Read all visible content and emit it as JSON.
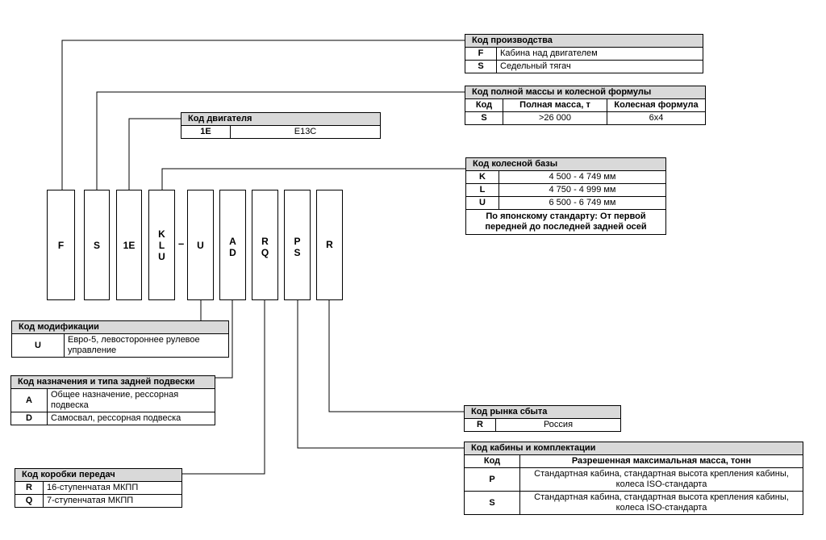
{
  "codes": {
    "box1": [
      "F"
    ],
    "box2": [
      "S"
    ],
    "box3": [
      "1E"
    ],
    "box4": [
      "K",
      "L",
      "U"
    ],
    "dash": "–",
    "box5": [
      "U"
    ],
    "box6": [
      "A",
      "D"
    ],
    "box7": [
      "R",
      "Q"
    ],
    "box8": [
      "P",
      "S"
    ],
    "box9": [
      "R"
    ]
  },
  "production": {
    "title": "Код производства",
    "rows": [
      {
        "code": "F",
        "desc": "Кабина над двигателем"
      },
      {
        "code": "S",
        "desc": "Седельный тягач"
      }
    ]
  },
  "mass": {
    "title": "Код полной массы и колесной формулы",
    "headers": [
      "Код",
      "Полная масса, т",
      "Колесная формула"
    ],
    "rows": [
      {
        "code": "S",
        "mass": ">26 000",
        "formula": "6x4"
      }
    ]
  },
  "engine": {
    "title": "Код двигателя",
    "rows": [
      {
        "code": "1E",
        "desc": "E13C"
      }
    ]
  },
  "wheelbase": {
    "title": "Код колесной базы",
    "rows": [
      {
        "code": "K",
        "desc": "4 500 - 4 749 мм"
      },
      {
        "code": "L",
        "desc": "4 750 - 4 999 мм"
      },
      {
        "code": "U",
        "desc": "6 500 - 6 749 мм"
      }
    ],
    "note": "По японскому стандарту: От первой передней до последней задней осей"
  },
  "modification": {
    "title": "Код модификации",
    "rows": [
      {
        "code": "U",
        "desc": "Евро-5, левостороннее рулевое управление"
      }
    ]
  },
  "purpose": {
    "title": "Код назначения и типа задней подвески",
    "rows": [
      {
        "code": "A",
        "desc": "Общее назначение, рессорная подвеска"
      },
      {
        "code": "D",
        "desc": "Самосвал, рессорная подвеска"
      }
    ]
  },
  "gearbox": {
    "title": "Код коробки передач",
    "rows": [
      {
        "code": "R",
        "desc": "16-ступенчатая МКПП"
      },
      {
        "code": "Q",
        "desc": "7-ступенчатая МКПП"
      }
    ]
  },
  "market": {
    "title": "Код рынка сбыта",
    "rows": [
      {
        "code": "R",
        "desc": "Россия"
      }
    ]
  },
  "cabin": {
    "title": "Код кабины и комплектации",
    "headers": [
      "Код",
      "Разрешенная максимальная масса, тонн"
    ],
    "rows": [
      {
        "code": "P",
        "desc": "Стандартная кабина, стандартная высота крепления кабины, колеса ISO-стандарта"
      },
      {
        "code": "S",
        "desc": "Стандартная кабина, стандартная высота крепления кабины, колеса ISO-стандарта"
      }
    ]
  }
}
